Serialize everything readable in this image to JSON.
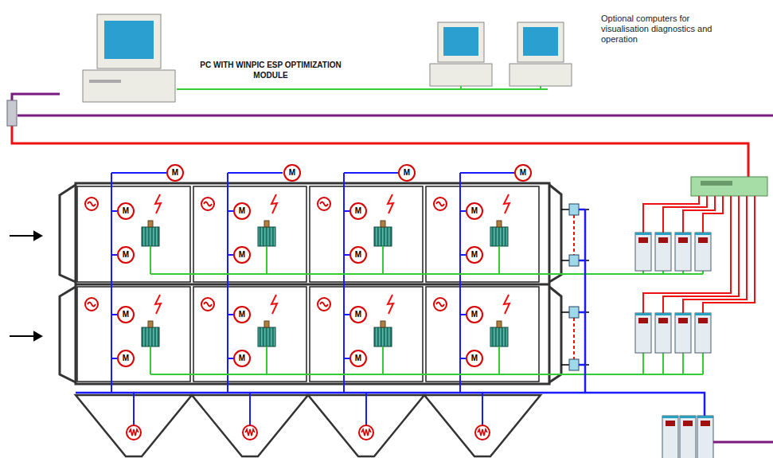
{
  "diagram": {
    "nodes": [
      {
        "text": [
          "PC WITH WINPIC ESP OPTIMIZATION MODULE"
        ]
      },
      {
        "text": [
          "Optional computers for visualisation diagnostics and operation"
        ]
      },
      {
        "text": [
          "M"
        ]
      },
      {
        "text": [
          "M"
        ]
      },
      {
        "text": [
          "M"
        ]
      },
      {
        "text": [
          "M"
        ]
      },
      {
        "text": [
          "M"
        ]
      },
      {
        "text": [
          "M"
        ]
      },
      {
        "text": [
          "M"
        ]
      },
      {
        "text": [
          "M"
        ]
      },
      {
        "text": [
          "M"
        ]
      },
      {
        "text": [
          "M"
        ]
      },
      {
        "text": [
          "M"
        ]
      },
      {
        "text": [
          "M"
        ]
      },
      {
        "text": [
          "M"
        ]
      },
      {
        "text": [
          "M"
        ]
      },
      {
        "text": [
          "M"
        ]
      },
      {
        "text": [
          "M"
        ]
      },
      {
        "text": [
          "M"
        ]
      },
      {
        "text": [
          "M"
        ]
      },
      {
        "text": [
          "M"
        ]
      },
      {
        "text": [
          "M"
        ]
      }
    ],
    "edges": [
      {
        "from": 0,
        "to": 1,
        "arrow": "none"
      }
    ]
  }
}
